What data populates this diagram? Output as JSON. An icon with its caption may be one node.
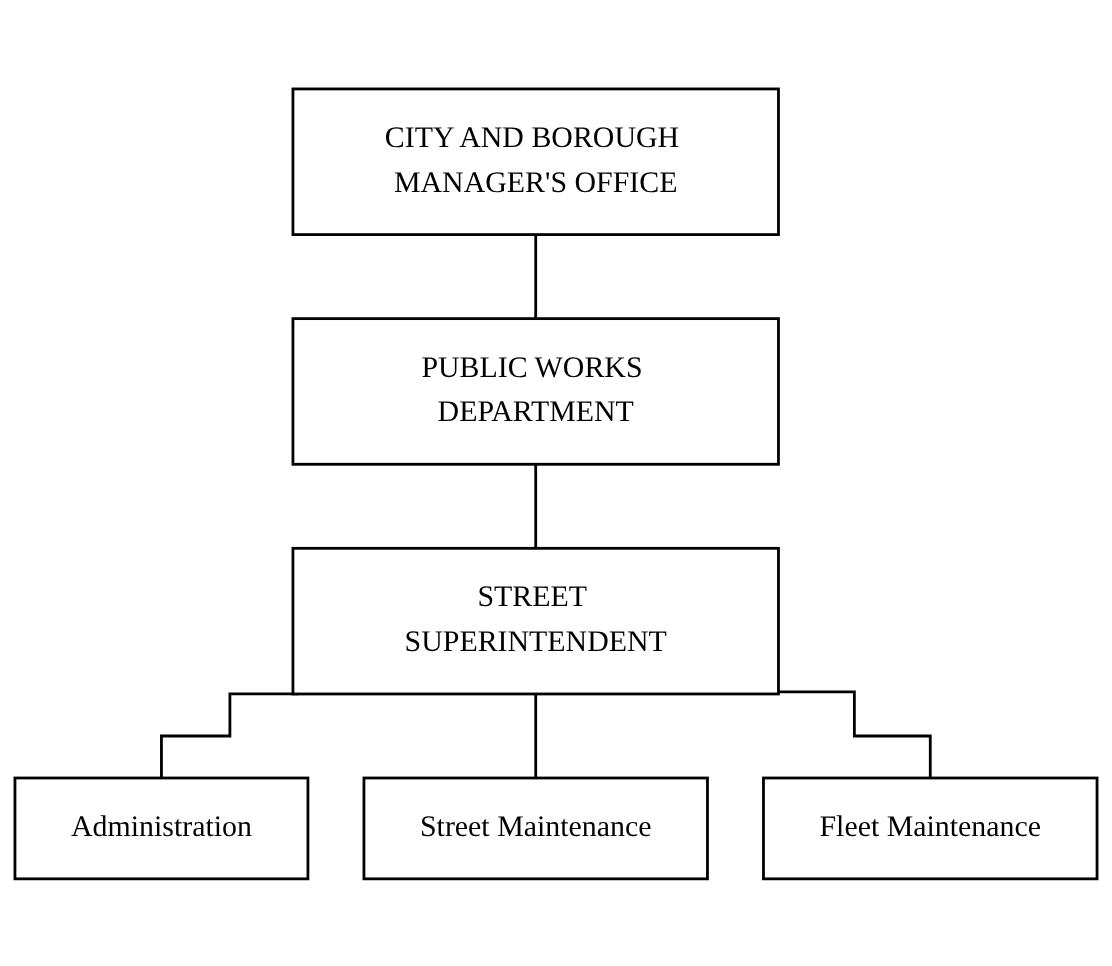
{
  "diagram": {
    "nodes": [
      {
        "text": [
          "CITY AND BOROUGH MANAGER'S OFFICE"
        ]
      },
      {
        "text": [
          "PUBLIC WORKS DEPARTMENT"
        ]
      },
      {
        "text": [
          "STREET SUPERINTENDENT"
        ]
      },
      {
        "text": [
          "Administration"
        ]
      },
      {
        "text": [
          "Street Maintenance"
        ]
      },
      {
        "text": [
          "Fleet Maintenance"
        ]
      }
    ],
    "edges": [
      {
        "from": 0,
        "to": 1,
        "arrow": "none"
      },
      {
        "from": 1,
        "to": 2,
        "arrow": "none"
      },
      {
        "from": 2,
        "to": 3,
        "arrow": "none"
      },
      {
        "from": 2,
        "to": 4,
        "arrow": "none"
      },
      {
        "from": 2,
        "to": 5,
        "arrow": "none"
      }
    ]
  }
}
